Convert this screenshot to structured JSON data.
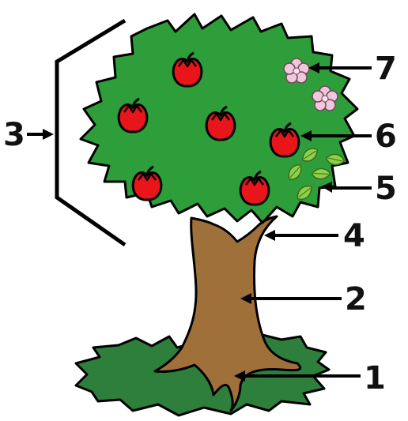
{
  "labels": {
    "one": "1",
    "two": "2",
    "three": "3",
    "four": "4",
    "five": "5",
    "six": "6",
    "seven": "7"
  },
  "colors": {
    "foliage": "#2e9e3a",
    "ground": "#2f7f3c",
    "trunk": "#a0703a",
    "fruit": "#e8151b",
    "leaf": "#8ed04a",
    "flower": "#f2c6dc",
    "outline": "#000000"
  },
  "icons": {
    "fruit": "apple-icon",
    "flower": "blossom-icon",
    "leaf": "leaf-icon"
  }
}
